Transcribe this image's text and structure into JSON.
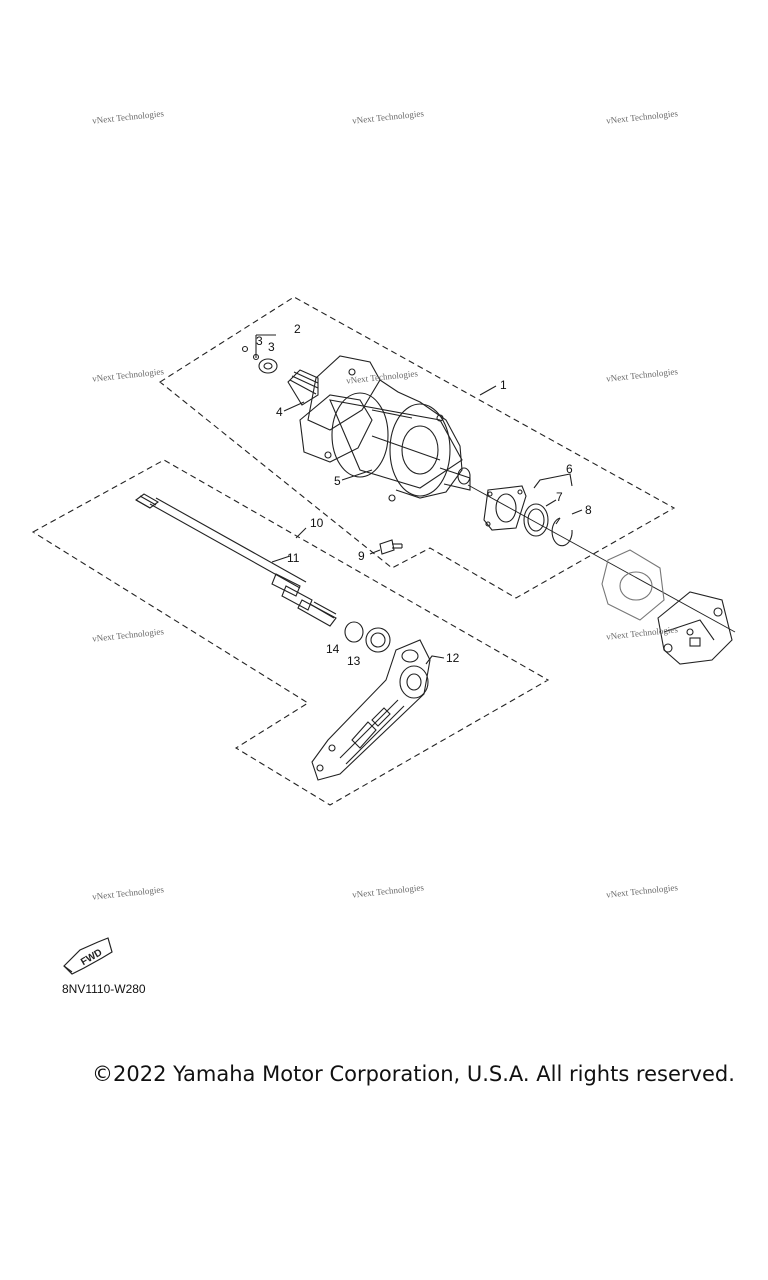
{
  "watermark_text": "vNext Technologies",
  "watermarks": [
    "vNext Technologies",
    "vNext Technologies",
    "vNext Technologies",
    "vNext Technologies",
    "vNext Technologies",
    "vNext Technologies",
    "vNext Technologies",
    "vNext Technologies",
    "vNext Technologies",
    "vNext Technologies",
    "vNext Technologies"
  ],
  "callouts": {
    "c1": "1",
    "c2": "2",
    "c3a": "3",
    "c3b": "3",
    "c4": "4",
    "c5": "5",
    "c6": "6",
    "c7": "7",
    "c8": "8",
    "c9": "9",
    "c10": "10",
    "c11": "11",
    "c12": "12",
    "c13": "13",
    "c14": "14"
  },
  "fwd_label": "FWD",
  "part_code": "8NV1110-W280",
  "copyright": "©2022 Yamaha Motor Corporation, U.S.A. All rights reserved."
}
